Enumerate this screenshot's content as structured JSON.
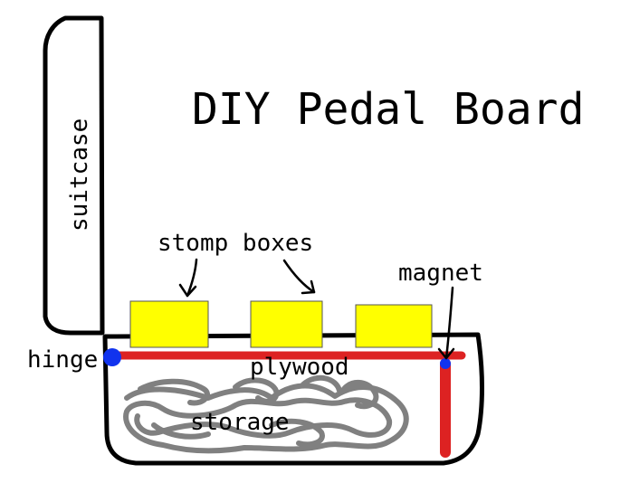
{
  "title": "DIY Pedal Board",
  "labels": {
    "suitcase": "suitcase",
    "stomp_boxes": "stomp boxes",
    "magnet": "magnet",
    "hinge": "hinge",
    "plywood": "plywood",
    "storage": "storage"
  },
  "colors": {
    "outline": "#000000",
    "stomp_box": "#ffff00",
    "plywood": "#dd2222",
    "hinge": "#1133ee",
    "magnet": "#1133ee",
    "storage_scribble": "#808080",
    "background": "#ffffff"
  }
}
